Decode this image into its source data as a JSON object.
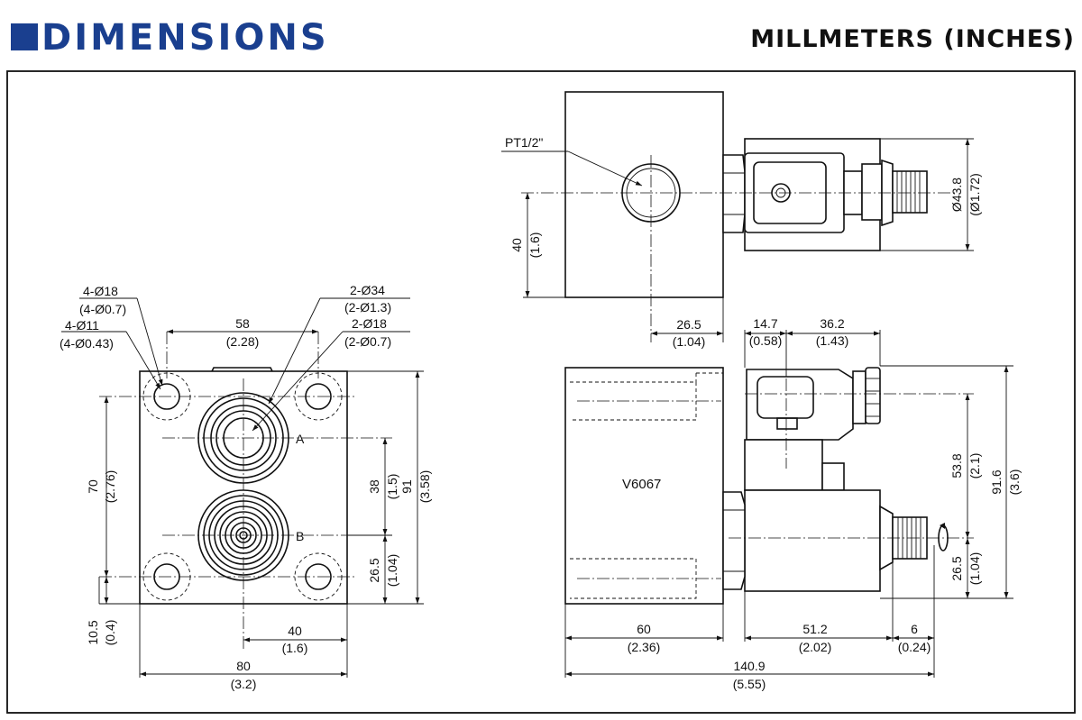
{
  "header": {
    "title": "DIMENSIONS",
    "units": "MILLMETERS (INCHES)"
  },
  "colors": {
    "accent": "#1a3f8f",
    "line": "#111111"
  },
  "front_view": {
    "port_a": "A",
    "port_b": "B",
    "hole_18_mm": "4-Ø18",
    "hole_18_in": "(4-Ø0.7)",
    "hole_11_mm": "4-Ø11",
    "hole_11_in": "(4-Ø0.43)",
    "bore_34_mm": "2-Ø34",
    "bore_34_in": "(2-Ø1.3)",
    "bore_18_mm": "2-Ø18",
    "bore_18_in": "(2-Ø0.7)",
    "width_58_mm": "58",
    "width_58_in": "(2.28)",
    "height_70_mm": "70",
    "height_70_in": "(2.76)",
    "height_38_mm": "38",
    "height_38_in": "(1.5)",
    "height_91_mm": "91",
    "height_91_in": "(3.58)",
    "height_265_mm": "26.5",
    "height_265_in": "(1.04)",
    "height_105_mm": "10.5",
    "height_105_in": "(0.4)",
    "width_40_mm": "40",
    "width_40_in": "(1.6)",
    "width_80_mm": "80",
    "width_80_in": "(3.2)"
  },
  "top_view": {
    "port_label": "PT1/2\"",
    "height_40_mm": "40",
    "height_40_in": "(1.6)",
    "offset_265_mm": "26.5",
    "offset_265_in": "(1.04)",
    "dia_438_mm": "Ø43.8",
    "dia_438_in": "(Ø1.72)"
  },
  "side_view": {
    "model": "V6067",
    "w_147_mm": "14.7",
    "w_147_in": "(0.58)",
    "w_362_mm": "36.2",
    "w_362_in": "(1.43)",
    "h_538_mm": "53.8",
    "h_538_in": "(2.1)",
    "h_916_mm": "91.6",
    "h_916_in": "(3.6)",
    "h_265_mm": "26.5",
    "h_265_in": "(1.04)",
    "w_60_mm": "60",
    "w_60_in": "(2.36)",
    "w_512_mm": "51.2",
    "w_512_in": "(2.02)",
    "w_6_mm": "6",
    "w_6_in": "(0.24)",
    "w_1409_mm": "140.9",
    "w_1409_in": "(5.55)"
  }
}
